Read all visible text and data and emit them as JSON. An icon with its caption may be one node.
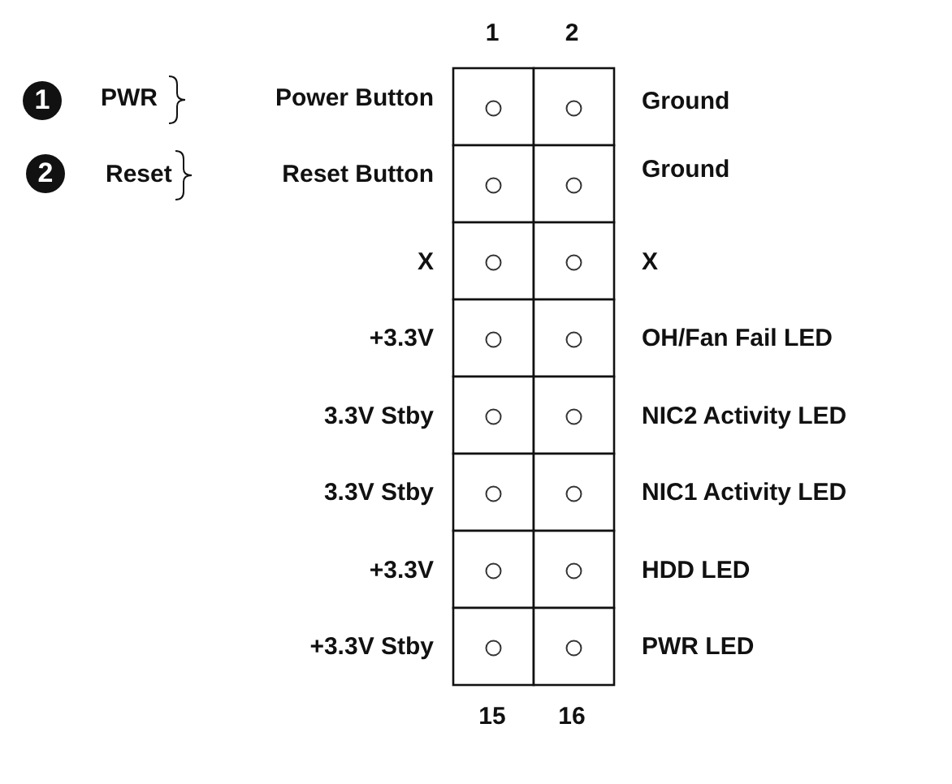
{
  "diagram": {
    "labels": [
      "1",
      "2",
      "1",
      "PWR",
      "Power Button",
      "Ground",
      "2",
      "Reset",
      "Reset Button",
      "Ground",
      "X",
      "X",
      "+3.3V",
      "OH/Fan Fail LED",
      "3.3V Stby",
      "NIC2 Activity LED",
      "3.3V Stby",
      "NIC1 Activity LED",
      "+3.3V",
      "HDD LED",
      "+3.3V Stby",
      "PWR LED",
      "15",
      "16"
    ]
  }
}
